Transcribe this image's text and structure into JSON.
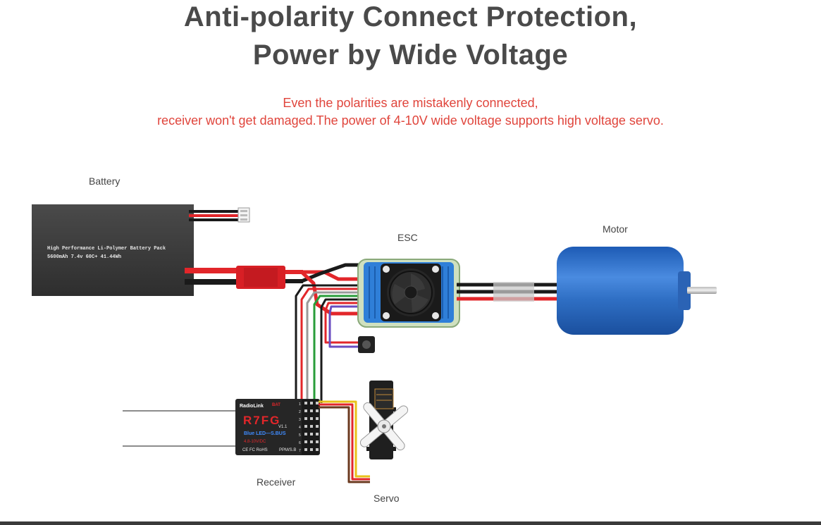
{
  "header": {
    "title_line1": "Anti-polarity Connect Protection,",
    "title_line2": "Power by Wide Voltage",
    "subtitle_line1": "Even the polarities are mistakenly connected,",
    "subtitle_line2": "receiver won't get damaged.The power of 4-10V wide voltage supports high voltage servo."
  },
  "labels": {
    "battery": "Battery",
    "esc": "ESC",
    "motor": "Motor",
    "receiver": "Receiver",
    "servo": "Servo"
  },
  "battery": {
    "text_line1": "High Performance Li-Polymer Battery Pack",
    "text_line2": "5600mAh 7.4v 60C+ 41.44Wh"
  },
  "receiver": {
    "brand": "RadioLink",
    "model": "R7FG",
    "version": "V1.1",
    "feature": "Blue LED—S.BUS",
    "voltage": "4.8-10V/DC",
    "cert": "CE FC RoHS",
    "ppm": "PPM/S.B",
    "bat_label": "BAT",
    "channels": [
      "1",
      "2",
      "3",
      "4",
      "5",
      "6",
      "7"
    ]
  },
  "colors": {
    "title": "#4a4a4a",
    "subtitle": "#e0453c",
    "wire_red": "#e2262a",
    "wire_black": "#1a1a1a",
    "motor_blue": "#2f6fc4",
    "esc_heatsink": "#2f7fd8"
  }
}
